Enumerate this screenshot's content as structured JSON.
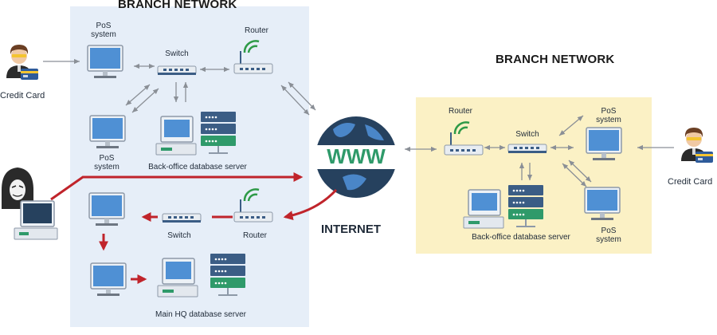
{
  "titles": {
    "branch_left": "BRANCH NETWORK",
    "branch_right": "BRANCH NETWORK",
    "internet": "INTERNET"
  },
  "labels": {
    "pos_top_left": [
      "PoS",
      "system"
    ],
    "switch_top_left": "Switch",
    "router_top_left": "Router",
    "pos_mid_left": [
      "PoS",
      "system"
    ],
    "backoffice_left": "Back-office database server",
    "switch_hq": "Switch",
    "router_hq": "Router",
    "main_hq_server": "Main HQ database server",
    "credit_card_left": "Credit Card",
    "router_right": "Router",
    "switch_right": "Switch",
    "pos_right_top": [
      "PoS",
      "system"
    ],
    "pos_right_bottom": [
      "PoS",
      "system"
    ],
    "backoffice_right": "Back-office database server",
    "credit_card_right": "Credit Card",
    "globe_text": "WWW"
  },
  "colors": {
    "blue_zone": "#e6eef8",
    "yellow_zone": "#fbf1c5",
    "attack_red": "#c0242b",
    "globe_navy": "#26415e",
    "globe_green": "#2f9a6a",
    "monitor_blue": "#4f90d4",
    "server_navy": "#3b5d85"
  },
  "icons": [
    "person-with-card-icon",
    "hacker-icon",
    "monitor-icon",
    "switch-icon",
    "router-icon",
    "database-server-icon",
    "globe-www-icon",
    "wifi-icon"
  ]
}
